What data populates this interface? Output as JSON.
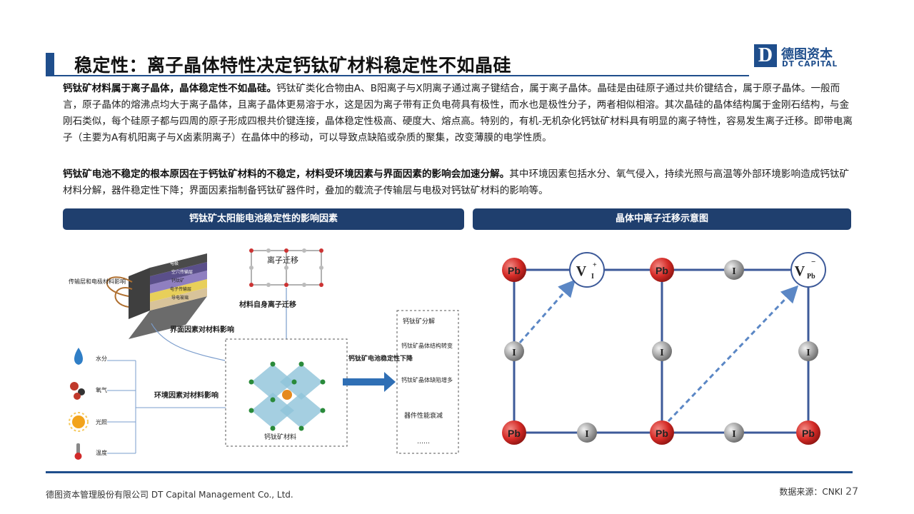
{
  "header": {
    "title": "稳定性：离子晶体特性决定钙钛矿材料稳定性不如晶硅",
    "logo_mark": "D",
    "logo_cn": "德图资本",
    "logo_en": "DT CAPITAL"
  },
  "body": {
    "p1_bold": "钙钛矿材料属于离子晶体，晶体稳定性不如晶硅。",
    "p1_text": "钙钛矿类化合物由A、B阳离子与X阴离子通过离子键结合，属于离子晶体。晶硅是由硅原子通过共价键结合，属于原子晶体。一般而言，原子晶体的熔沸点均大于离子晶体，且离子晶体更易溶于水，这是因为离子带有正负电荷具有极性，而水也是极性分子，两者相似相溶。其次晶硅的晶体结构属于金刚石结构，与金刚石类似，每个硅原子都与四周的原子形成四根共价键连接，晶体稳定性极高、硬度大、熔点高。特别的，有机-无机杂化钙钛矿材料具有明显的离子特性，容易发生离子迁移。即带电离子（主要为A有机阳离子与X卤素阴离子）在晶体中的移动，可以导致点缺陷或杂质的聚集，改变薄膜的电学性质。",
    "p2_bold": "钙钛矿电池不稳定的根本原因在于钙钛矿材料的不稳定，材料受环境因素与界面因素的影响会加速分解。",
    "p2_text": "其中环境因素包括水分、氧气侵入，持续光照与高温等外部环境影响造成钙钛矿材料分解，器件稳定性下降；界面因素指制备钙钛矿器件时，叠加的载流子传输层与电极对钙钛矿材料的影响等。"
  },
  "left_figure": {
    "banner": "钙钛矿太阳能电池稳定性的影响因素",
    "layers": [
      "电极",
      "空穴传输层",
      "钙钛矿",
      "电子传输层",
      "导电玻璃"
    ],
    "interface_label": "传输层和电极材料影响",
    "ion_migration": "离子迁移",
    "self_migration": "材料自身离子迁移",
    "interface_factor": "界面因素对材料影响",
    "env_factor": "环境因素对材料影响",
    "env_items": [
      "水分",
      "氧气",
      "光照",
      "温度"
    ],
    "crystal_label": "钙钛矿材料",
    "arrow_label": "钙钛矿电池稳定性下降",
    "results": [
      "钙钛矿分解",
      "钙钛矿晶体结构转变",
      "钙钛矿晶体缺陷增多",
      "器件性能衰减",
      "……"
    ]
  },
  "right_figure": {
    "banner": "晶体中离子迁移示意图",
    "pb": "Pb",
    "i": "I",
    "v_i": "V",
    "v_i_sub": "I",
    "v_i_sup": "+",
    "v_pb": "V",
    "v_pb_sub": "Pb",
    "v_pb_sup": "−",
    "colors": {
      "pb": "#d42a26",
      "i": "#9a9a9a",
      "line": "#3d5a99",
      "arrow": "#5b87c5"
    }
  },
  "footer": {
    "company": "德图资本管理股份有限公司  DT Capital Management  Co., Ltd.",
    "source": "数据来源：CNKI",
    "page": "27"
  }
}
